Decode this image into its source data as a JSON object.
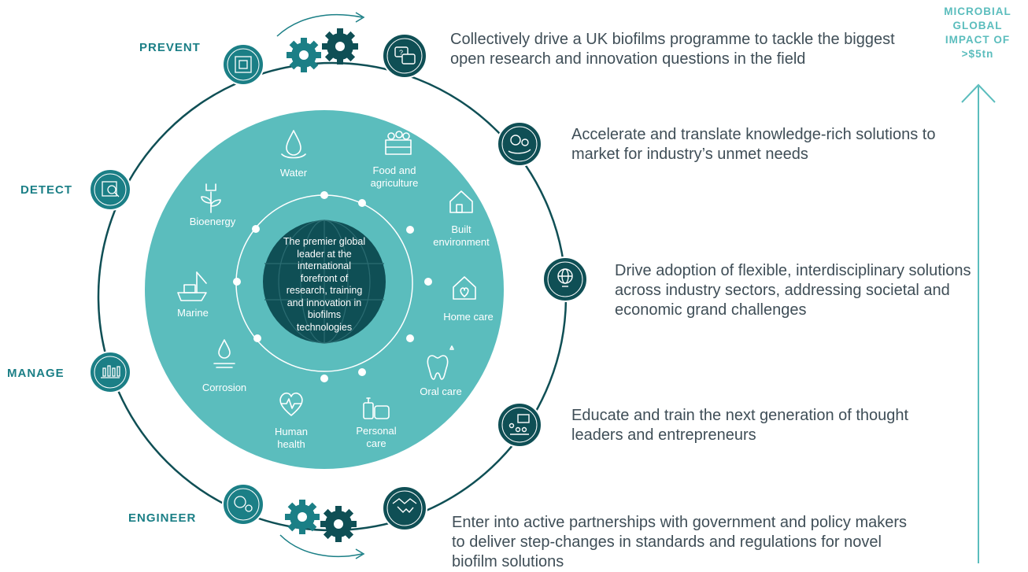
{
  "stages": {
    "prevent": "PREVENT",
    "detect": "DETECT",
    "manage": "MANAGE",
    "engineer": "ENGINEER"
  },
  "outcomes": [
    "Collectively drive a UK biofilms programme to tackle the biggest open research and innovation questions in the field",
    "Accelerate and translate knowledge-rich solutions to market for industry’s unmet needs",
    "Drive adoption of flexible, interdisciplinary solutions across industry sectors, addressing societal and economic grand challenges",
    "Educate and train the next generation of thought leaders and entrepreneurs",
    "Enter into active partnerships with government and policy makers to deliver step-changes in standards and regulations for novel biofilm solutions"
  ],
  "sectors": {
    "water": "Water",
    "food": "Food and agriculture",
    "built": "Built environment",
    "home": "Home care",
    "oral": "Oral care",
    "personal": "Personal care",
    "human": "Human health",
    "corrosion": "Corrosion",
    "marine": "Marine",
    "bioenergy": "Bioenergy"
  },
  "center": "The premier global leader at the international forefront of research, training and innovation in biofilms technologies",
  "impact": "MICROBIAL GLOBAL IMPACT OF >$5tn",
  "colors": {
    "dark_teal": "#0f4f55",
    "stage_teal": "#1b7f86",
    "light_teal": "#5bbdbd",
    "outcome_text": "#3f4e57"
  },
  "icons": [
    "chip-icon",
    "chip-magnify-icon",
    "biofilm-icon",
    "engineer-icon",
    "question-chat-icon",
    "hand-gears-icon",
    "lightbulb-globe-icon",
    "presentation-icon",
    "handshake-icon",
    "gears-icon",
    "arrow-up-icon"
  ]
}
